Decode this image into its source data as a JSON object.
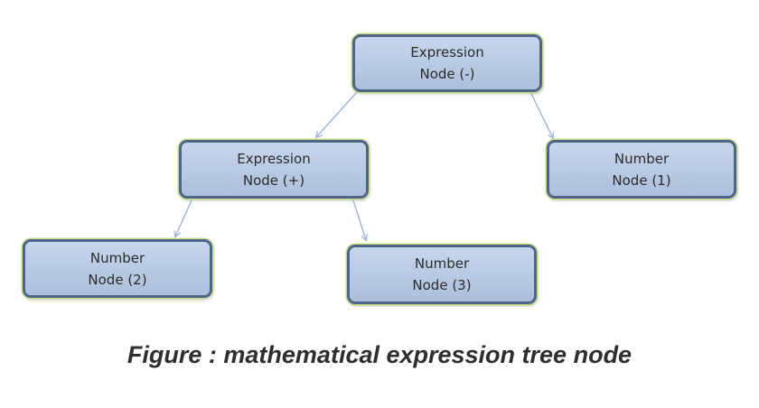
{
  "nodes": {
    "root": {
      "line1": "Expression",
      "line2": "Node (-)"
    },
    "plus": {
      "line1": "Expression",
      "line2": "Node (+)"
    },
    "one": {
      "line1": "Number",
      "line2": "Node (1)"
    },
    "two": {
      "line1": "Number",
      "line2": "Node (2)"
    },
    "three": {
      "line1": "Number",
      "line2": "Node (3)"
    }
  },
  "caption": "Figure : mathematical expression tree node",
  "colors": {
    "node_fill": "#b8c9e3",
    "node_border": "#4d6688",
    "node_glow": "#c9d98a",
    "edge": "#9fb3d6",
    "text": "#2b2b2b"
  }
}
